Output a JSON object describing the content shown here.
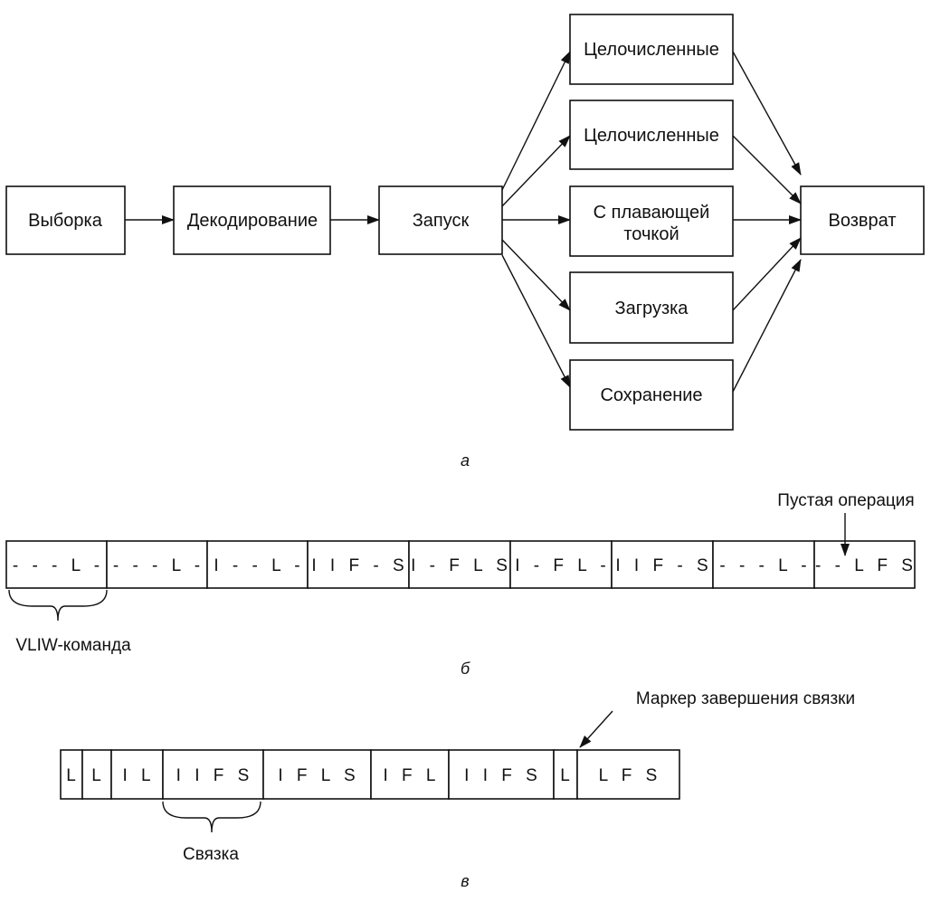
{
  "part_a": {
    "fetch": "Выборка",
    "decode": "Декодирование",
    "issue": "Запуск",
    "units": [
      "Целочисленные",
      "Целочисленные",
      "С плавающей\nточкой",
      "Загрузка",
      "Сохранение"
    ],
    "retire": "Возврат",
    "caption": "а"
  },
  "part_b": {
    "cells": [
      "- - - L -",
      "- - - L -",
      "I - - L -",
      "I I F - S",
      "I - F L S",
      "I - F L -",
      "I I F - S",
      "- - - L -",
      "- - L F S"
    ],
    "nop_label": "Пустая операция",
    "vliw_label": "VLIW-команда",
    "caption": "б"
  },
  "part_c": {
    "cells": [
      "L",
      "L",
      "I L",
      "I I F S",
      "I F L S",
      "I F L",
      "I I F S",
      "L",
      "L F S"
    ],
    "marker_label": "Маркер завершения связки",
    "bundle_label": "Связка",
    "caption": "в"
  }
}
